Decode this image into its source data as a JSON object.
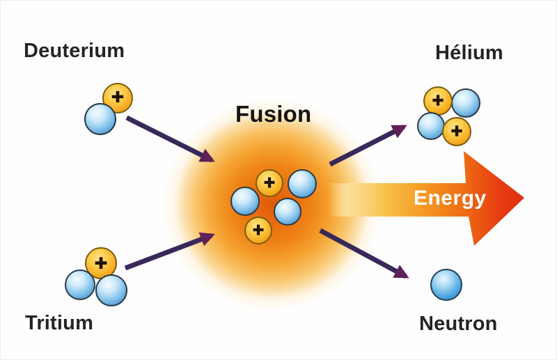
{
  "diagram": {
    "title": "Fusion",
    "labels": {
      "deuterium": "Deuterium",
      "tritium": "Tritium",
      "helium": "Hélium",
      "neutron": "Neutron",
      "energy": "Energy"
    },
    "symbols": {
      "plus": "+"
    },
    "colors": {
      "glow_core": "#e05a0a",
      "glow_mid": "#f5a433",
      "proton_fill": "#f5a91d",
      "proton_outline": "#7c5c12",
      "nucleon_blue": "#8cc8ec",
      "ball_outline": "#2b3946",
      "arrow_shaft_purple": "#38285a",
      "arrow_head_purple": "#5e2158",
      "energy_red": "#dd2c10",
      "energy_text": "#ffffff",
      "label_color": "#242424",
      "background": "#fefefe"
    }
  }
}
